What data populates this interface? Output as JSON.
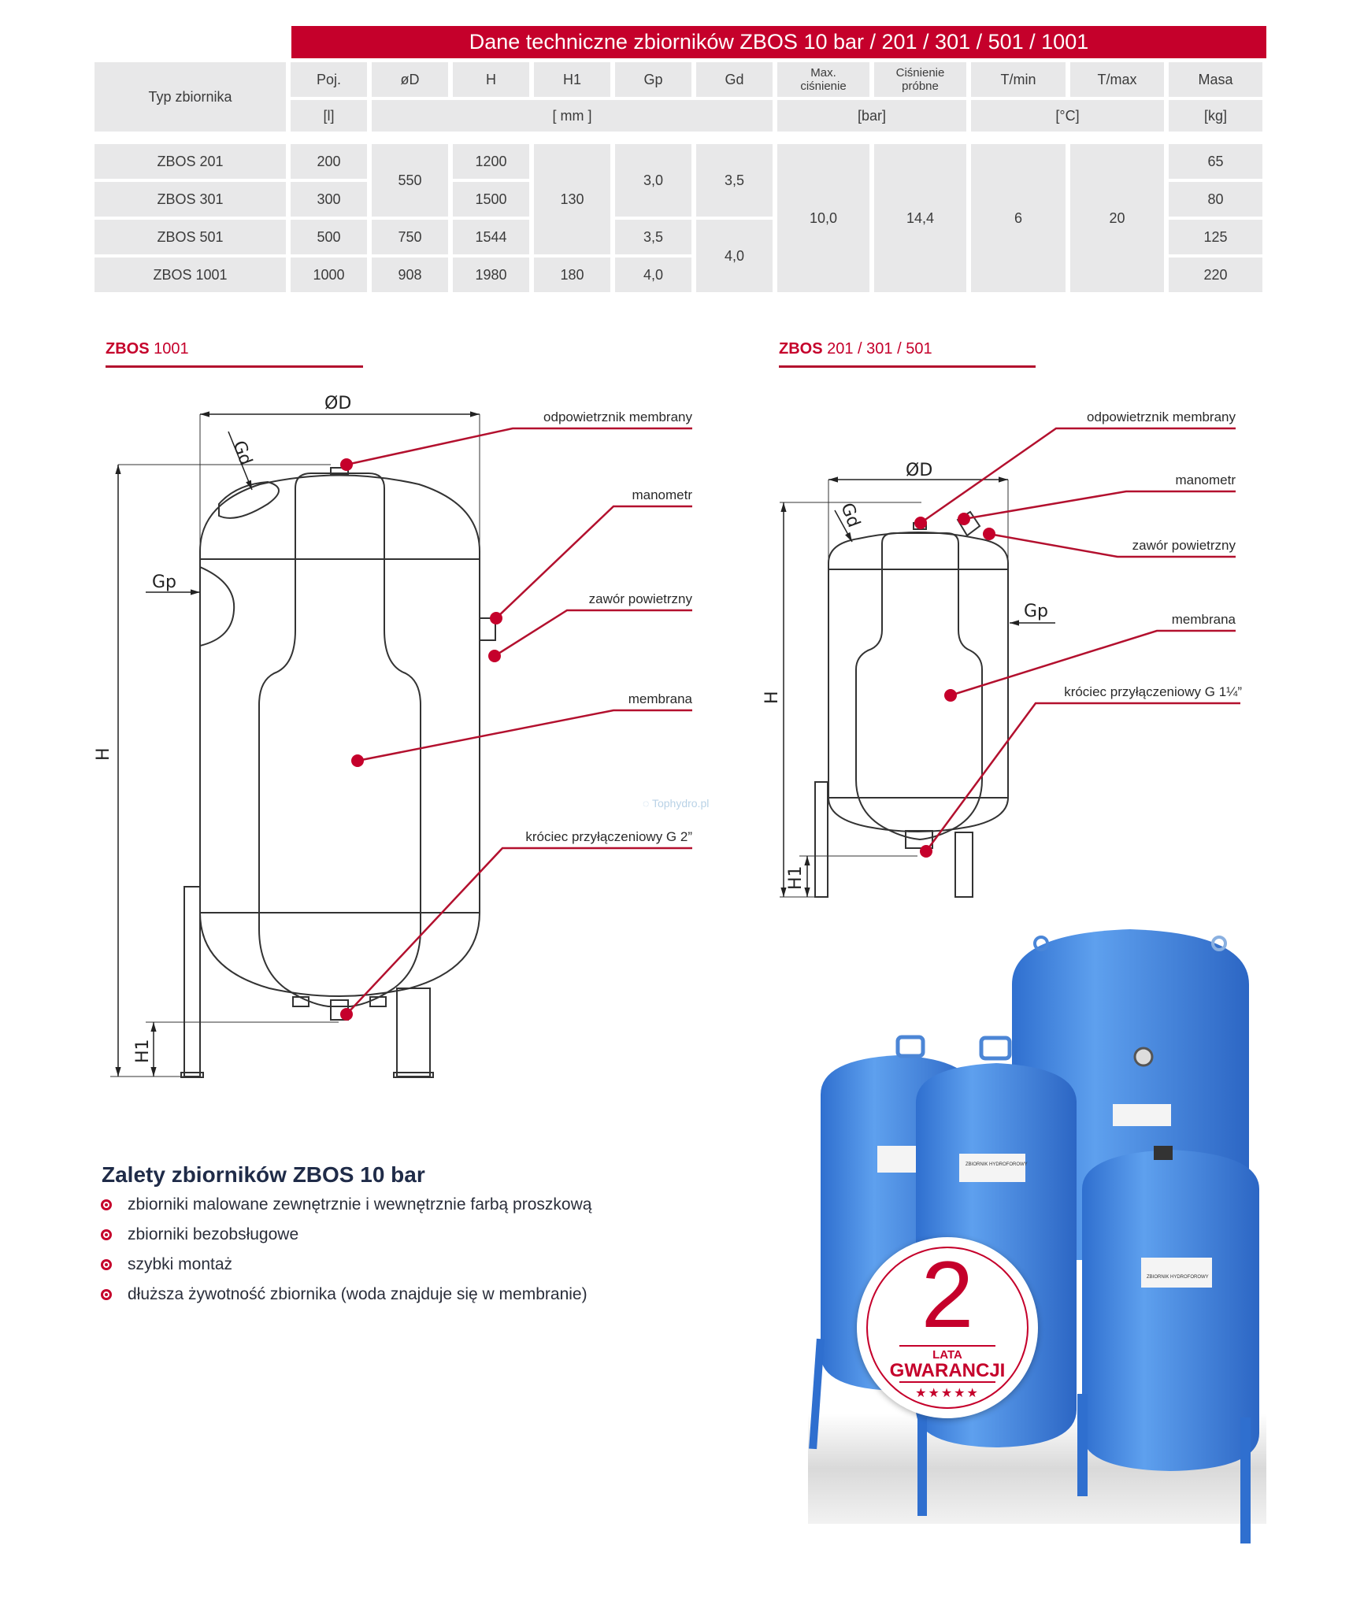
{
  "table": {
    "title": "Dane techniczne zbiorników  ZBOS 10 bar / 201 / 301 / 501 / 1001",
    "headers": {
      "typ": "Typ zbiornika",
      "poj": "Poj.",
      "od": "øD",
      "h": "H",
      "h1": "H1",
      "gp": "Gp",
      "gd": "Gd",
      "max": "Max. ciśnienie",
      "cisn": "Ciśnienie próbne",
      "tmin": "T/min",
      "tmax": "T/max",
      "masa": "Masa"
    },
    "units": {
      "poj": "[l]",
      "mm": "[ mm ]",
      "bar": "[bar]",
      "temp": "[°C]",
      "kg": "[kg]"
    },
    "rows": [
      {
        "typ": "ZBOS 201",
        "poj": "200",
        "h": "1200",
        "masa": "65"
      },
      {
        "typ": "ZBOS 301",
        "poj": "300",
        "h": "1500",
        "masa": "80"
      },
      {
        "typ": "ZBOS 501",
        "poj": "500",
        "od": "750",
        "h": "1544",
        "gp": "3,5",
        "masa": "125"
      },
      {
        "typ": "ZBOS 1001",
        "poj": "1000",
        "od": "908",
        "h": "1980",
        "h1": "180",
        "gp": "4,0",
        "masa": "220"
      }
    ],
    "merged": {
      "od_201_301": "550",
      "h1_201_501": "130",
      "gp_201_301": "3,0",
      "gd_201_301": "3,5",
      "gd_501_1001": "4,0",
      "max": "10,0",
      "cisn": "14,4",
      "tmin": "6",
      "tmax": "20"
    }
  },
  "drawing_left": {
    "title_bold": "ZBOS",
    "title_rest": " 1001",
    "dims": {
      "od": "ØD",
      "gd": "Gd",
      "gp": "Gp",
      "h": "H",
      "h1": "H1"
    },
    "callouts": [
      "odpowietrznik membrany",
      "manometr",
      "zawór powietrzny",
      "membrana",
      "króciec przyłączeniowy G 2”"
    ]
  },
  "drawing_right": {
    "title_bold": "ZBOS",
    "title_rest": " 201 / 301 / 501",
    "dims": {
      "od": "ØD",
      "gd": "Gd",
      "gp": "Gp",
      "h": "H",
      "h1": "H1"
    },
    "callouts": [
      "odpowietrznik membrany",
      "manometr",
      "zawór powietrzny",
      "membrana",
      "króciec przyłączeniowy G 1¼”"
    ]
  },
  "watermark": "Tophydro.pl",
  "advantages": {
    "heading": "Zalety zbiorników ZBOS 10 bar",
    "items": [
      "zbiorniki malowane zewnętrznie i wewnętrznie farbą proszkową",
      "zbiorniki bezobsługowe",
      "szybki montaż",
      "dłuższa żywotność zbiornika (woda znajduje się w membranie)"
    ]
  },
  "badge": {
    "number": "2",
    "line1": "LATA",
    "line2": "GWARANCJI",
    "stars": "★★★★★"
  },
  "product_label": "ZBIORNIK HYDROFOROWY",
  "colors": {
    "accent": "#c5002b",
    "cell": "#e8e8e9",
    "tank_blue": "#3d86e0",
    "heading": "#1f2b48"
  }
}
